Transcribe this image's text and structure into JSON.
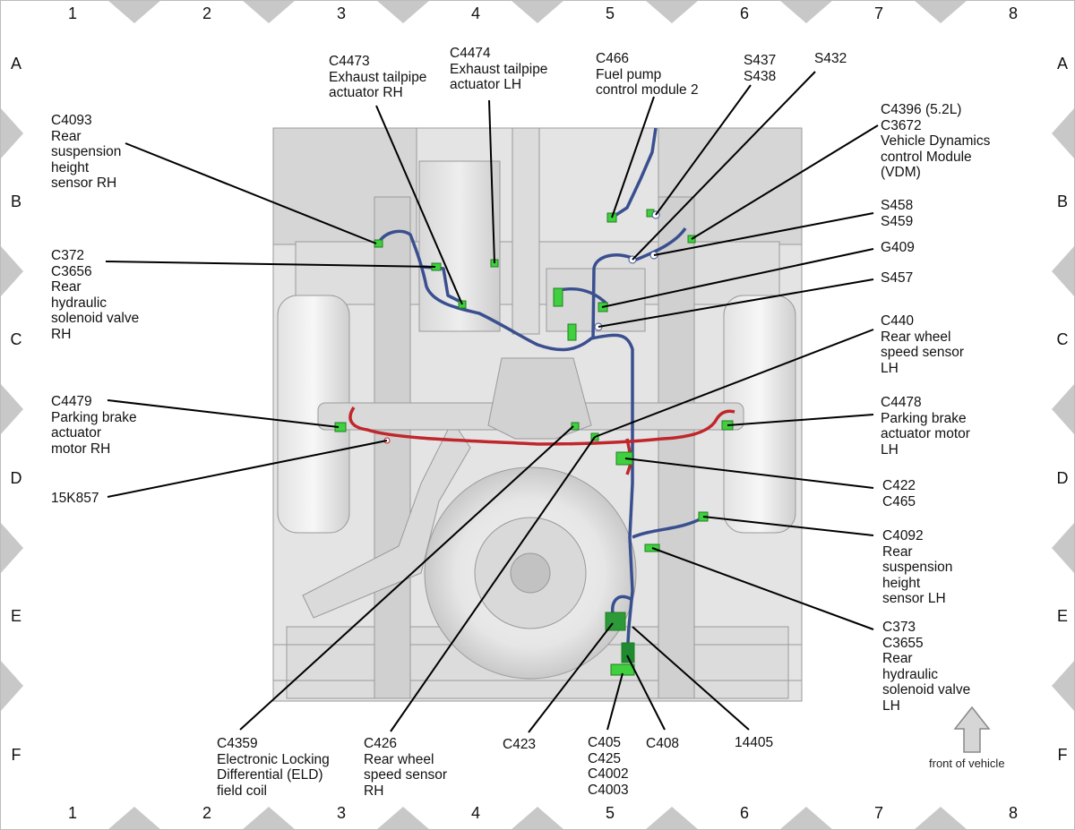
{
  "grid": {
    "columns": [
      "1",
      "2",
      "3",
      "4",
      "5",
      "6",
      "7",
      "8"
    ],
    "rows": [
      "A",
      "B",
      "C",
      "D",
      "E",
      "F"
    ]
  },
  "callouts": {
    "c4093": "C4093\nRear\nsuspension\nheight\nsensor RH",
    "c372": "C372\nC3656\nRear\nhydraulic\nsolenoid valve\nRH",
    "c4479": "C4479\nParking brake\nactuator\nmotor RH",
    "k15k857": "15K857",
    "c4473": "C4473\nExhaust tailpipe\nactuator RH",
    "c4474": "C4474\nExhaust tailpipe\nactuator LH",
    "c466": "C466\nFuel pump\ncontrol module 2",
    "s437": "S437\nS438",
    "s432": "S432",
    "c4396": "C4396 (5.2L)\nC3672\nVehicle Dynamics\ncontrol Module\n(VDM)",
    "s458": "S458\nS459",
    "g409": "G409",
    "s457": "S457",
    "c440": "C440\nRear wheel\nspeed sensor\nLH",
    "c4478": "C4478\nParking brake\nactuator motor\nLH",
    "c422": "C422\nC465",
    "c4092": "C4092\nRear\nsuspension\nheight\nsensor LH",
    "c373": "C373\nC3655\nRear\nhydraulic\nsolenoid valve\nLH",
    "c4359": "C4359\nElectronic Locking\nDifferential (ELD)\nfield coil",
    "c426": "C426\nRear wheel\nspeed sensor\nRH",
    "c423": "C423",
    "c405": "C405\nC425\nC4002\nC4003",
    "c408": "C408",
    "n14405": "14405"
  },
  "front_label": "front of vehicle",
  "colors": {
    "harness_blue": "#3a4f8f",
    "harness_red": "#c0262b",
    "connector_green": "#3fcf3f",
    "chassis_gray": "#d4d4d4",
    "border_triangle": "#c8c8c8"
  }
}
